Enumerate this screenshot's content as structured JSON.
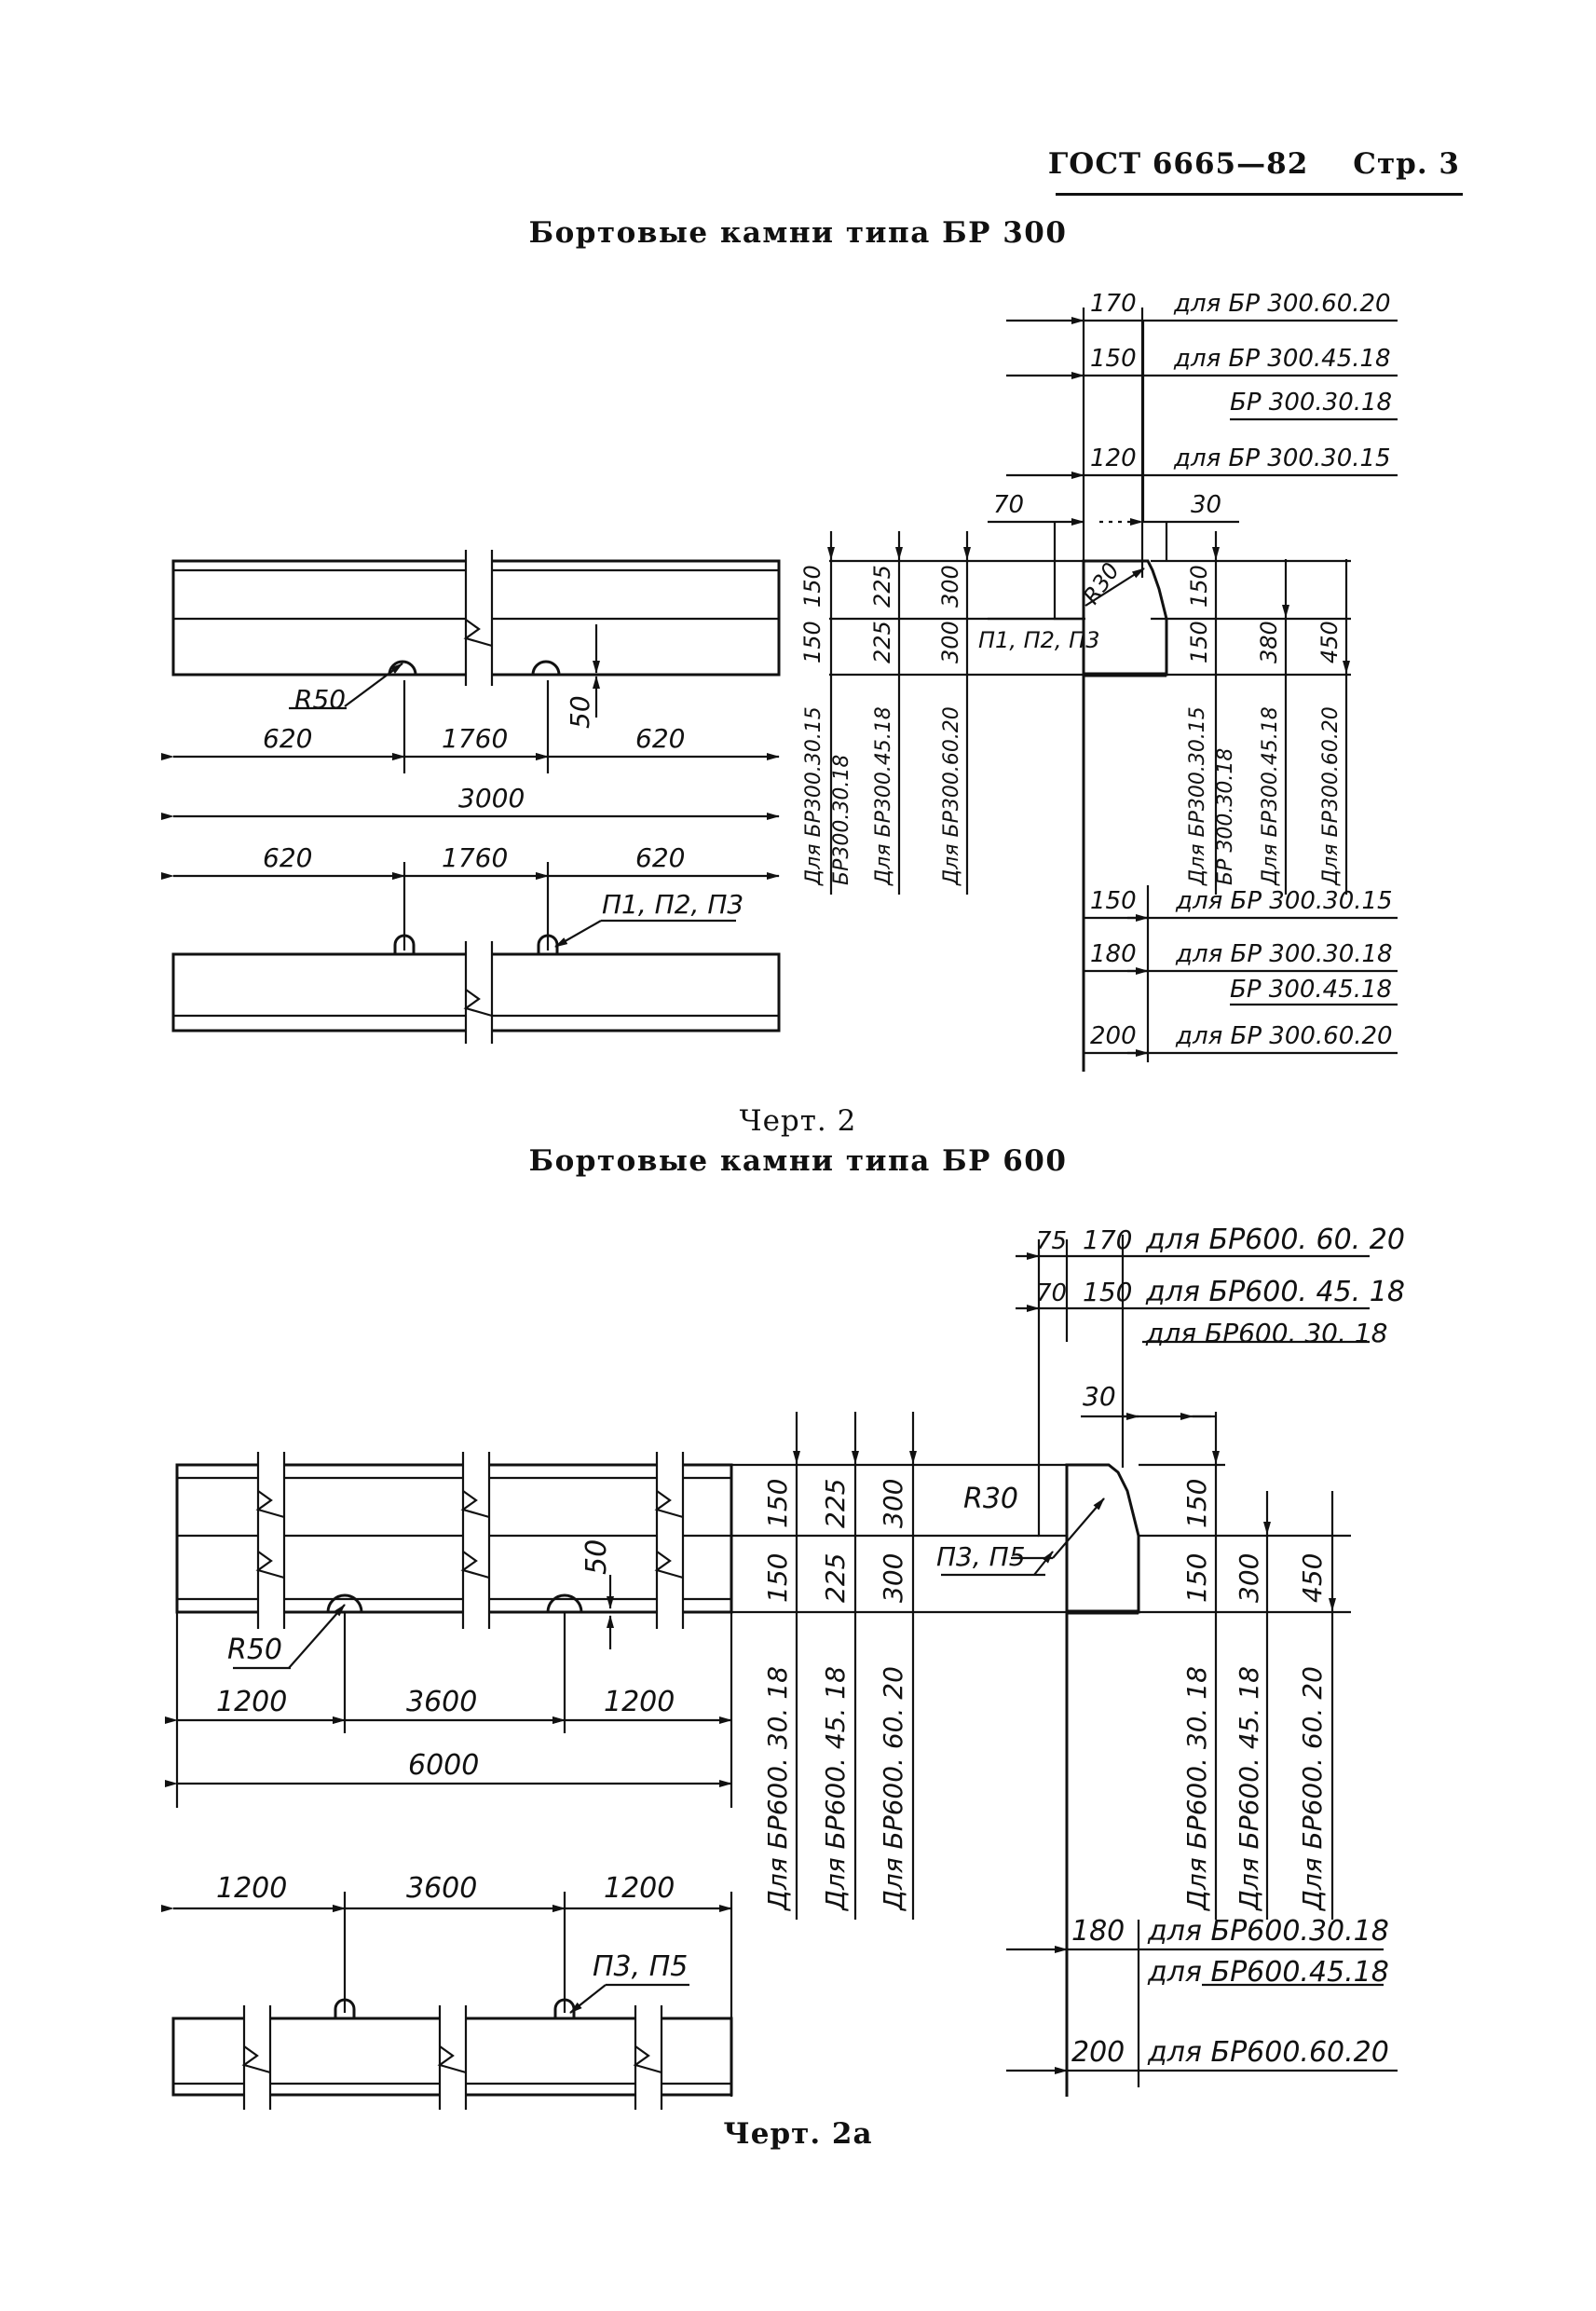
{
  "header": {
    "standard": "ГОСТ 6665—82",
    "page": "Стр. 3"
  },
  "section1": {
    "title": "Бортовые камни типа БР 300",
    "caption": "Черт. 2"
  },
  "section2": {
    "title": "Бортовые камни типа БР 600",
    "caption": "Черт. 2а"
  },
  "fig2": {
    "plan": {
      "radius": "R50",
      "d620a": "620",
      "d1760": "1760",
      "d620b": "620",
      "d3000": "3000",
      "d50": "50"
    },
    "front": {
      "d620a": "620",
      "d1760": "1760",
      "d620b": "620",
      "loops": "П1, П2, П3"
    },
    "top_rows": [
      {
        "dim": "170",
        "label": "для БР 300.60.20"
      },
      {
        "dim": "150",
        "label": "для БР 300.45.18"
      },
      {
        "dim": "",
        "label": "БР 300.30.18"
      },
      {
        "dim": "120",
        "label": "для БР 300.30.15"
      }
    ],
    "offsets": {
      "left": "70",
      "right": "30",
      "radius": "R30",
      "loops": "П1, П2, П3"
    },
    "left_heights": {
      "top": [
        "150",
        "225",
        "300"
      ],
      "bottom": [
        "150",
        "225",
        "300"
      ],
      "labels": [
        "Для БР300.30.15",
        "БР300.30.18",
        "Для БР300.45.18",
        "Для БР300.60.20"
      ]
    },
    "right_heights": {
      "top": "150",
      "bottom": "150",
      "h380": "380",
      "h450": "450",
      "labels": [
        "Для БР300.30.15",
        "БР 300.30.18",
        "Для БР300.45.18",
        "Для БР300.60.20"
      ]
    },
    "bottom_rows": [
      {
        "dim": "150",
        "label": "для БР 300.30.15"
      },
      {
        "dim": "180",
        "label": "для БР 300.30.18"
      },
      {
        "dim": "",
        "label": "БР 300.45.18"
      },
      {
        "dim": "200",
        "label": "для БР 300.60.20"
      }
    ]
  },
  "fig2a": {
    "plan": {
      "radius": "R50",
      "d1200a": "1200",
      "d3600": "3600",
      "d1200b": "1200",
      "d6000": "6000",
      "d50": "50"
    },
    "front": {
      "d1200a": "1200",
      "d3600": "3600",
      "d1200b": "1200",
      "loops": "П3, П5"
    },
    "top_rows": [
      {
        "d1": "75",
        "d2": "170",
        "label": "для БР600. 60. 20"
      },
      {
        "d1": "70",
        "d2": "150",
        "label": "для БР600. 45. 18"
      },
      {
        "d1": "",
        "d2": "",
        "label": "для БР600. 30. 18"
      }
    ],
    "offsets": {
      "right": "30",
      "radius": "R30",
      "loops": "П3, П5"
    },
    "left_heights": {
      "top": [
        "150",
        "225",
        "300"
      ],
      "bottom": [
        "150",
        "225",
        "300"
      ],
      "labels": [
        "Для БР600. 30. 18",
        "Для БР600. 45. 18",
        "Для БР600. 60. 20"
      ]
    },
    "right_heights": {
      "top": "150",
      "bottom": "150",
      "h300": "300",
      "h450": "450",
      "labels": [
        "Для БР600. 30. 18",
        "Для БР600. 45. 18",
        "Для БР600. 60. 20"
      ]
    },
    "bottom_rows": [
      {
        "dim": "180",
        "label": "для БР600.30.18"
      },
      {
        "dim": "",
        "label": "для БР600.45.18"
      },
      {
        "dim": "200",
        "label": "для БР600.60.20"
      }
    ]
  }
}
